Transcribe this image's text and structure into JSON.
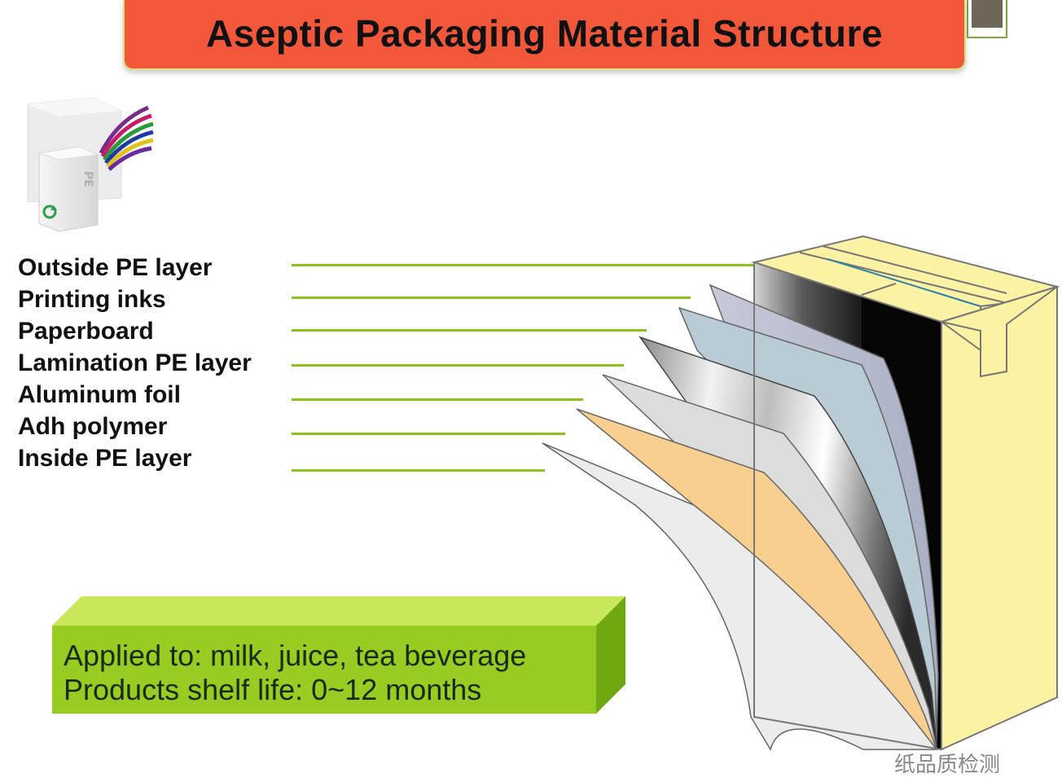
{
  "title": "Aseptic Packaging Material Structure",
  "layers": [
    {
      "label": "Outside PE layer"
    },
    {
      "label": "Printing inks"
    },
    {
      "label": "Paperboard"
    },
    {
      "label": "Lamination PE layer"
    },
    {
      "label": "Aluminum foil"
    },
    {
      "label": "Adh polymer"
    },
    {
      "label": "Inside PE layer"
    }
  ],
  "thumbnail": {
    "carton_text": "PE"
  },
  "note": {
    "line1": "Applied to: milk, juice, tea beverage",
    "line2": "Products shelf life: 0~12 months"
  },
  "footer_text": "纸品质检测",
  "colors": {
    "title_bg": "#f2573a",
    "leader_line": "#8dc21f",
    "note_box": "#a3d42a",
    "carton": "#fbf3a3",
    "adhesive_layer": "#f8cf8e",
    "paperboard_layer": "#b9ccd6"
  }
}
